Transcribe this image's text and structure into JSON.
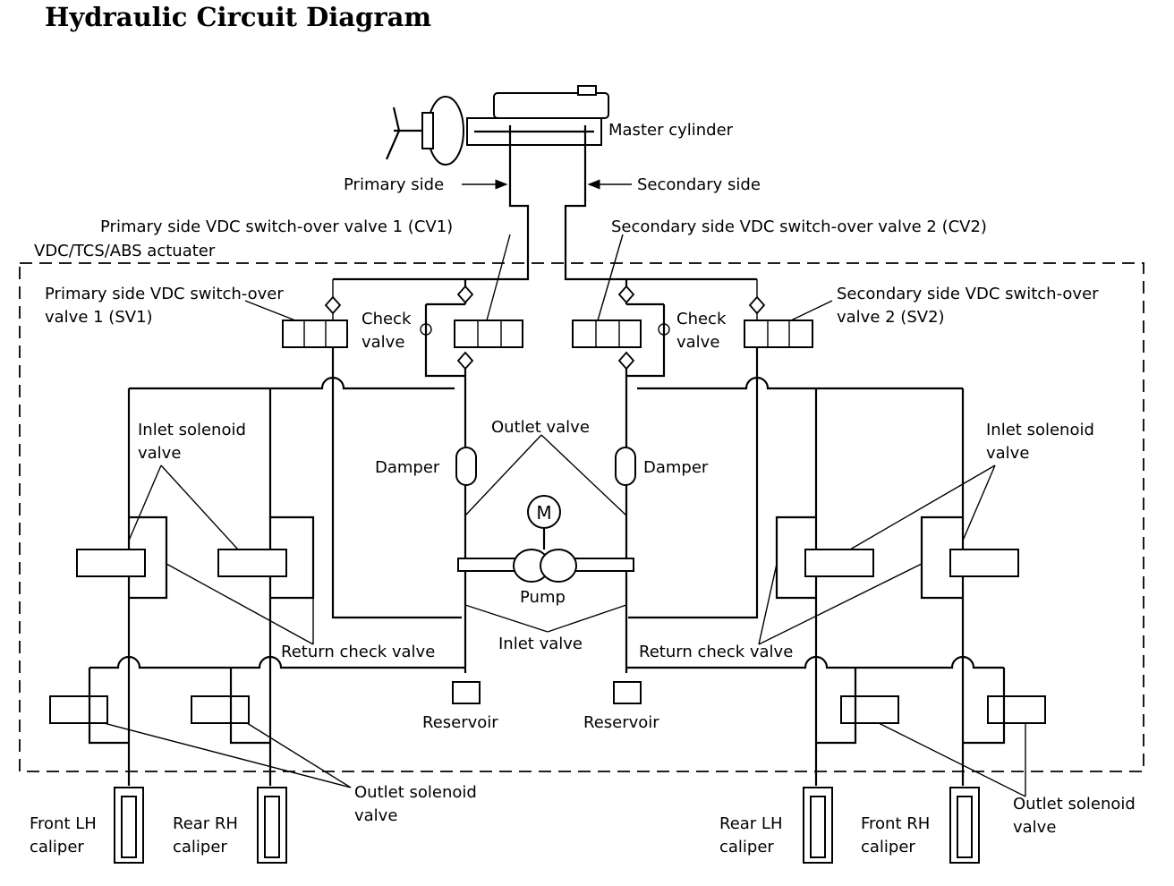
{
  "title": "Hydraulic Circuit Diagram",
  "labels": {
    "master_cylinder": "Master cylinder",
    "primary_side": "Primary side",
    "secondary_side": "Secondary side",
    "cv1": "Primary side VDC switch-over valve 1 (CV1)",
    "cv2": "Secondary side VDC switch-over valve 2 (CV2)",
    "actuator": "VDC/TCS/ABS actuater",
    "sv1_line1": "Primary side VDC switch-over",
    "sv1_line2": "valve 1 (SV1)",
    "sv2_line1": "Secondary side VDC switch-over",
    "sv2_line2": "valve 2 (SV2)",
    "check": "Check",
    "valve": "valve",
    "outlet_valve": "Outlet valve",
    "damper": "Damper",
    "inlet_solenoid_line1": "Inlet solenoid",
    "inlet_solenoid_line2": "valve",
    "pump": "Pump",
    "motor": "M",
    "return_check_valve": "Return check valve",
    "inlet_valve": "Inlet valve",
    "reservoir": "Reservoir",
    "outlet_solenoid_line1": "Outlet solenoid",
    "outlet_solenoid_line2": "valve",
    "front_lh_line1": "Front LH",
    "rear_rh_line1": "Rear RH",
    "rear_lh_line1": "Rear LH",
    "front_rh_line1": "Front RH",
    "caliper": "caliper"
  }
}
